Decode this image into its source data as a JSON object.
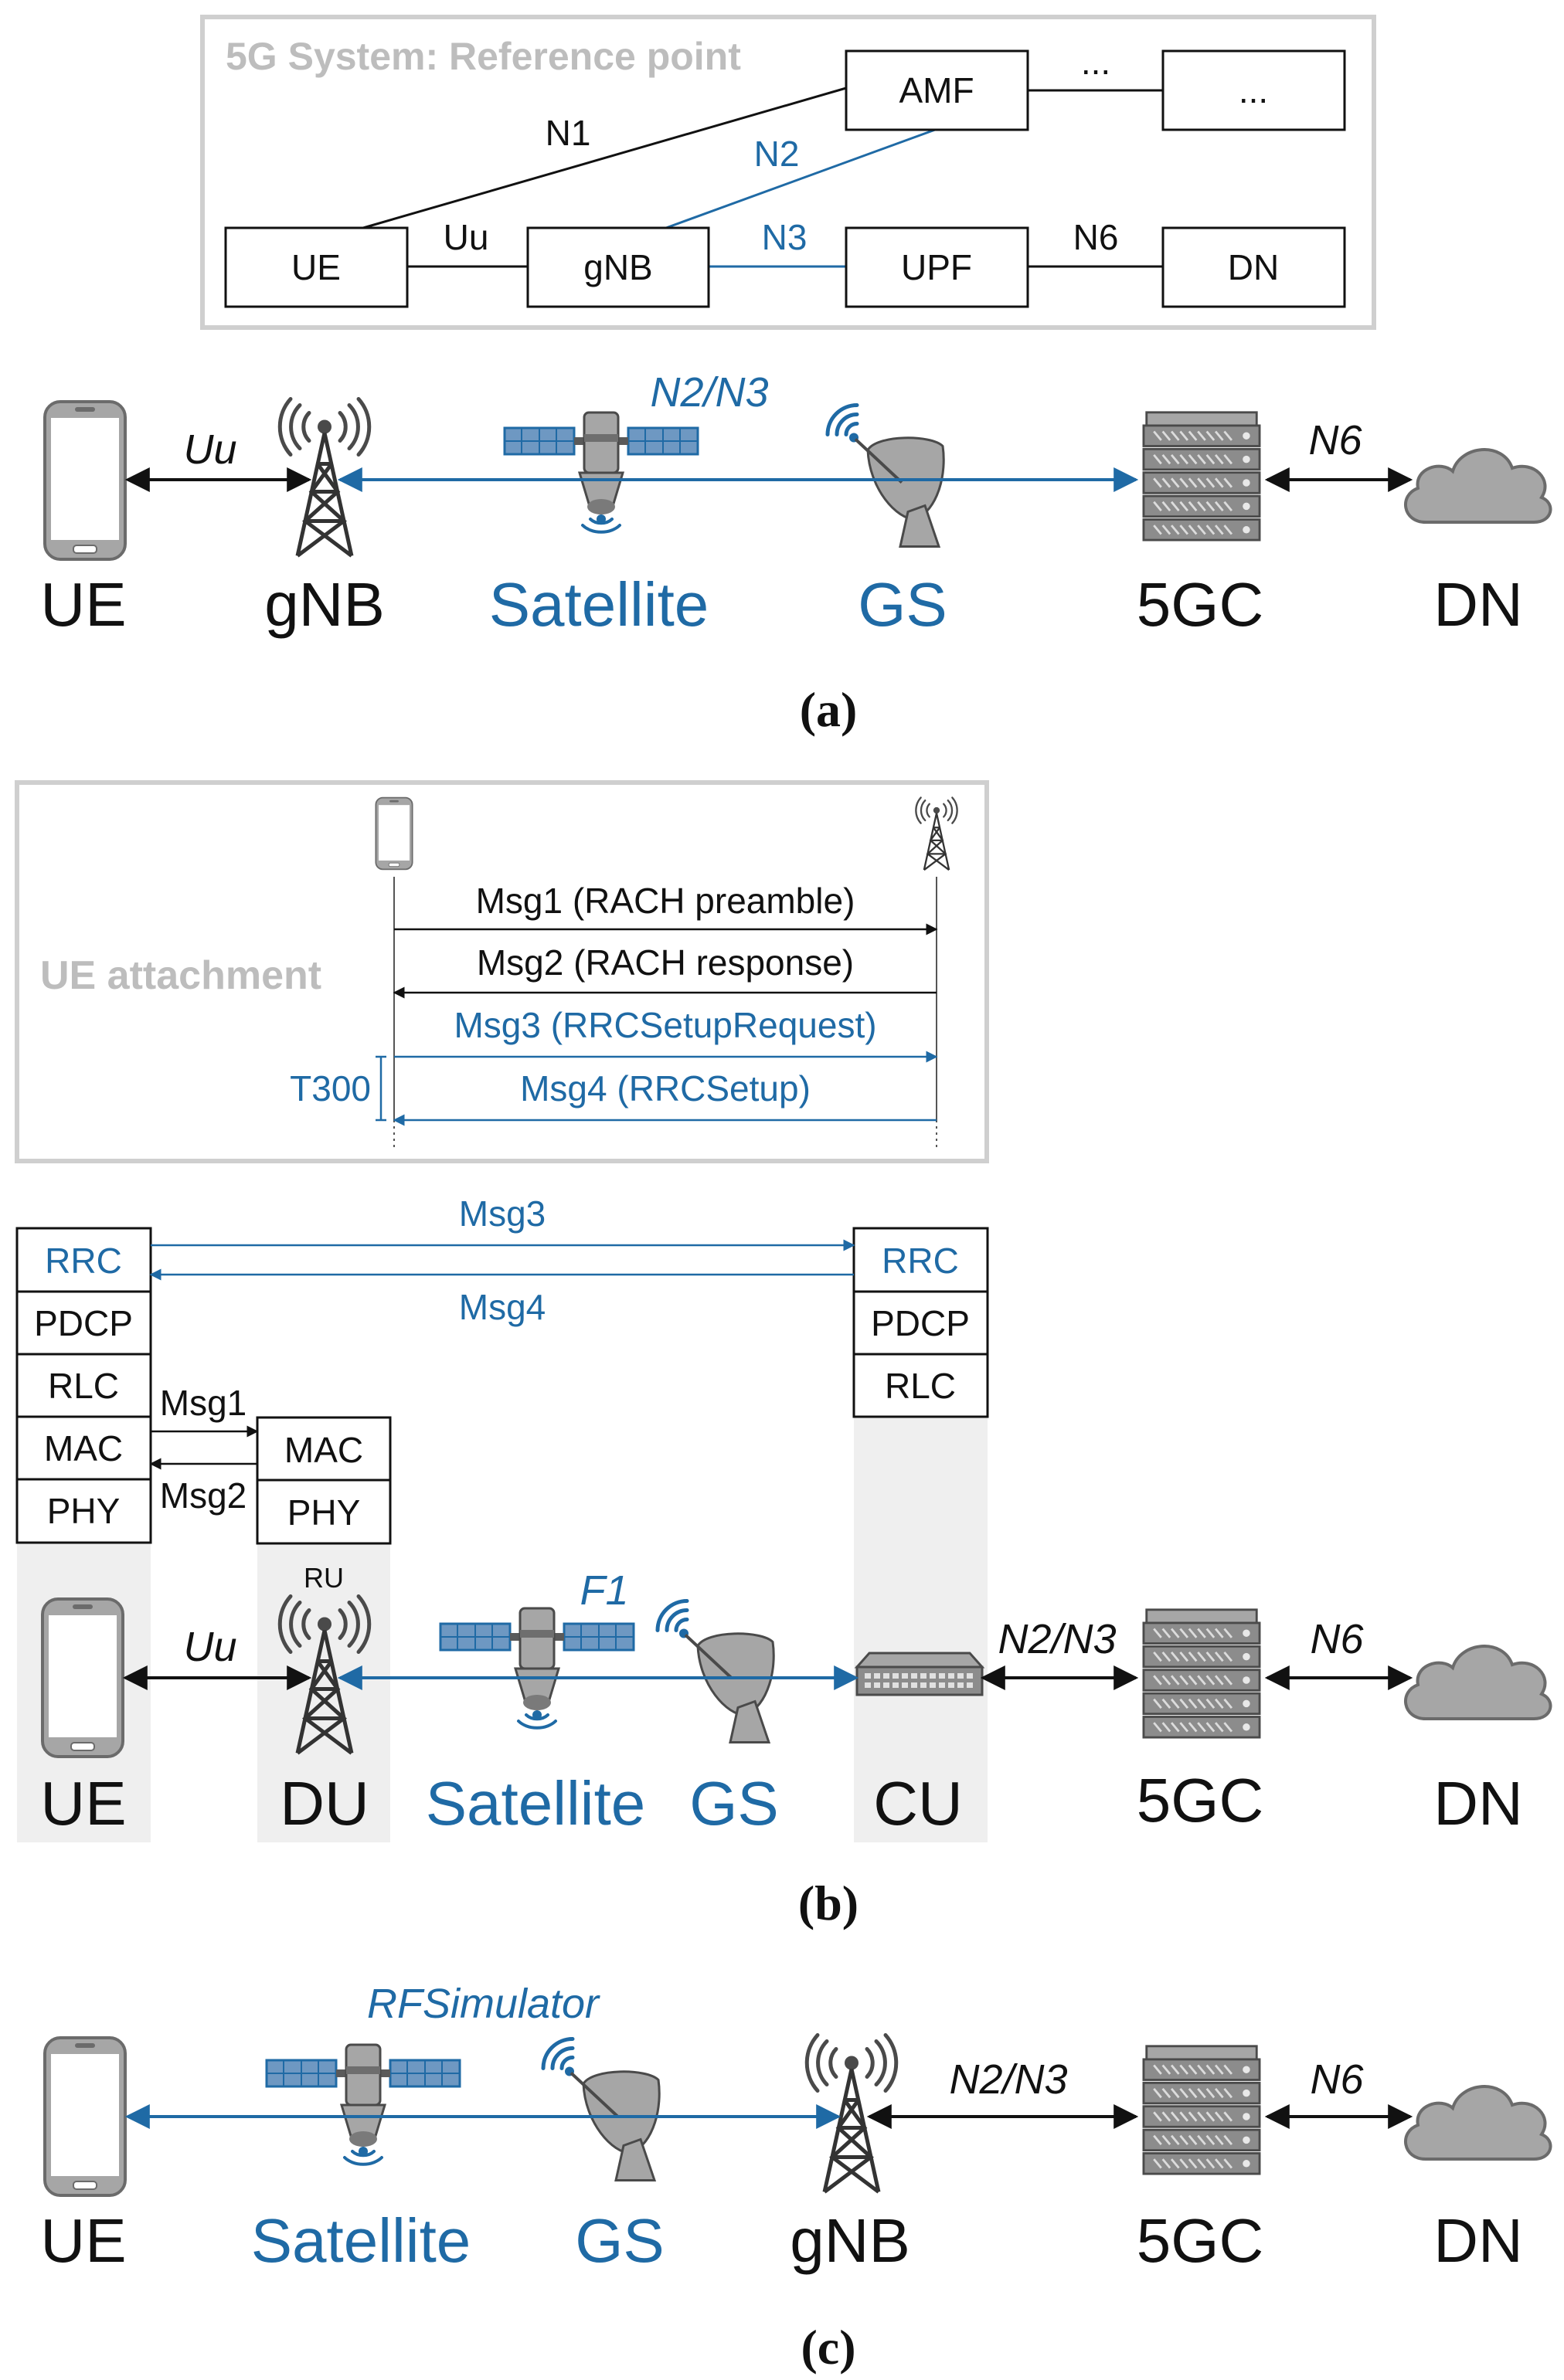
{
  "colors": {
    "blue": "#1f6aa5",
    "black": "#111111",
    "gray_text": "#bdbdbd",
    "gray_box": "#cfcfcf",
    "shade": "#efefef",
    "icon_gray": "#a6a6a6",
    "icon_dark": "#5a5a5a"
  },
  "a": {
    "ref_title": "5G System: Reference point",
    "boxes": {
      "amf": "AMF",
      "dots_box": "...",
      "ue": "UE",
      "gnb": "gNB",
      "upf": "UPF",
      "dn": "DN"
    },
    "links": {
      "n1": "N1",
      "n2": "N2",
      "uu": "Uu",
      "n3": "N3",
      "n6": "N6",
      "dots": "..."
    },
    "row": {
      "uu": "Uu",
      "n2n3": "N2/N3",
      "n6": "N6",
      "ue": "UE",
      "gnb": "gNB",
      "satellite": "Satellite",
      "gs": "GS",
      "core": "5GC",
      "dn": "DN"
    },
    "caption": "(a)"
  },
  "b": {
    "attach_title": "UE attachment",
    "msg1": "Msg1 (RACH preamble)",
    "msg2": "Msg2 (RACH response)",
    "msg3": "Msg3 (RRCSetupRequest)",
    "msg4": "Msg4 (RRCSetup)",
    "t300": "T300",
    "stack": {
      "ue": [
        "RRC",
        "PDCP",
        "RLC",
        "MAC",
        "PHY"
      ],
      "du": [
        "MAC",
        "PHY"
      ],
      "cu": [
        "RRC",
        "PDCP",
        "RLC"
      ]
    },
    "arrows": {
      "msg3": "Msg3",
      "msg4": "Msg4",
      "msg1": "Msg1",
      "msg2": "Msg2"
    },
    "ru": "RU",
    "row": {
      "uu": "Uu",
      "f1": "F1",
      "n2n3": "N2/N3",
      "n6": "N6",
      "ue": "UE",
      "du": "DU",
      "satellite": "Satellite",
      "gs": "GS",
      "cu": "CU",
      "core": "5GC",
      "dn": "DN"
    },
    "caption": "(b)"
  },
  "c": {
    "rfsim": "RFSimulator",
    "n2n3": "N2/N3",
    "n6": "N6",
    "row": {
      "ue": "UE",
      "satellite": "Satellite",
      "gs": "GS",
      "gnb": "gNB",
      "core": "5GC",
      "dn": "DN"
    },
    "caption": "(c)"
  }
}
